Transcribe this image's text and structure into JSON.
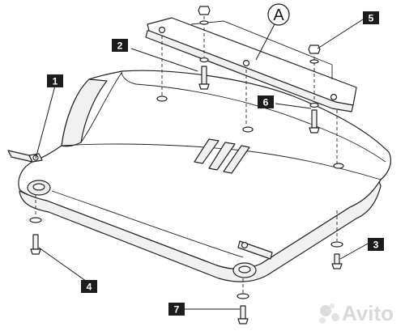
{
  "diagram": {
    "circle_label": "A",
    "callouts": [
      "1",
      "2",
      "3",
      "4",
      "5",
      "6",
      "7"
    ],
    "watermark": "Avito",
    "colors": {
      "badge": "#1c1c1c",
      "badge_text": "#ffffff",
      "line": "#222222",
      "background": "#ffffff",
      "watermark": "#d9d9d9"
    }
  }
}
